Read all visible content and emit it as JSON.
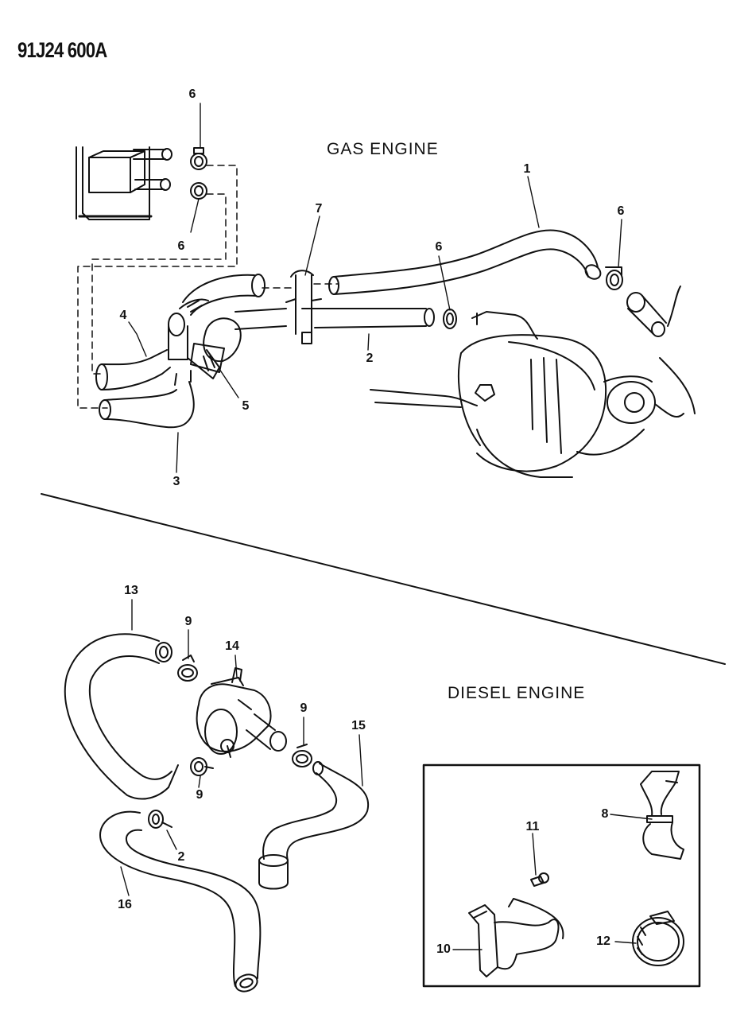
{
  "figure_code": "91J24 600A",
  "sections": {
    "gas": "GAS ENGINE",
    "diesel": "DIESEL ENGINE"
  },
  "callouts": {
    "c1": "1",
    "c2": "2",
    "c3": "3",
    "c4": "4",
    "c5": "5",
    "c6a": "6",
    "c6b": "6",
    "c6c": "6",
    "c6d": "6",
    "c7": "7",
    "c8": "8",
    "c9a": "9",
    "c9b": "9",
    "c9c": "9",
    "c10": "10",
    "c11": "11",
    "c12": "12",
    "c13": "13",
    "c14": "14",
    "c15": "15",
    "c16": "16",
    "c2b": "2"
  },
  "colors": {
    "ink": "#111111",
    "paper": "#ffffff"
  }
}
